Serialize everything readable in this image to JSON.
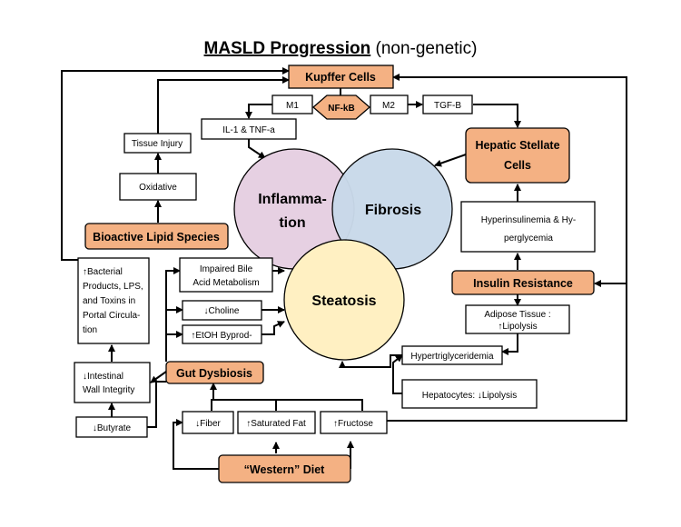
{
  "title": {
    "main": "MASLD Progression",
    "sub": " (non-genetic)"
  },
  "circles": {
    "inflammation": [
      "Inflamma-",
      "tion"
    ],
    "fibrosis": "Fibrosis",
    "steatosis": "Steatosis"
  },
  "boxes": {
    "kupffer": "Kupffer Cells",
    "nfkb": "NF-kB",
    "m1": "M1",
    "m2": "M2",
    "tgfb": "TGF-B",
    "il1": "IL-1 & TNF-a",
    "tissue_injury": "Tissue Injury",
    "oxidative": "Oxidative",
    "bioactive": "Bioactive Lipid Species",
    "bacterial": [
      "↑Bacterial",
      "Products, LPS,",
      "and Toxins in",
      "Portal Circula-",
      "tion"
    ],
    "intestinal": [
      "↓Intestinal",
      "Wall Integrity"
    ],
    "butyrate": "↓Butyrate",
    "gut_dysbiosis": "Gut Dysbiosis",
    "bile_acid": [
      "Impaired Bile",
      "Acid Metabolism"
    ],
    "choline": "↓Choline",
    "etoh": "↑EtOH Byprod-",
    "fiber": "↓Fiber",
    "sat_fat": "↑Saturated Fat",
    "fructose": "↑Fructose",
    "western_diet": "“Western” Diet",
    "hepatic_stellate": [
      "Hepatic Stellate",
      "Cells"
    ],
    "hyperinsulinemia": [
      "Hyperinsulinemia & Hy-",
      "perglycemia"
    ],
    "insulin_resistance": "Insulin Resistance",
    "adipose": [
      "Adipose Tissue :",
      "↑Lipolysis"
    ],
    "hypertriglyceridemia": "Hypertriglyceridemia",
    "hepatocytes": "Hepatocytes: ↓Lipolysis"
  },
  "colors": {
    "orange": "#f4b183",
    "inflammation": "#e6d0e2",
    "fibrosis": "#c9d9ea",
    "steatosis": "#fff0c2"
  }
}
